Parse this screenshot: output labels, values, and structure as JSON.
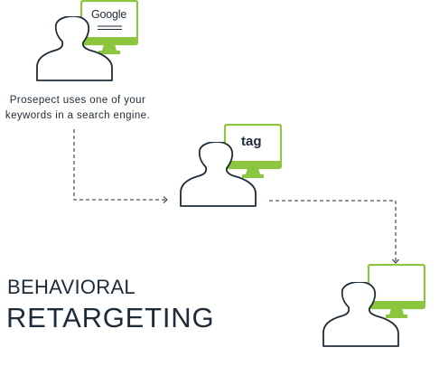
{
  "colors": {
    "accent": "#8cc63f",
    "ink": "#1e2b38",
    "background": "#ffffff"
  },
  "step1": {
    "monitor_label": "Google",
    "caption_line1": "Prosepect uses one of your",
    "caption_line2": "keywords in a search engine."
  },
  "step2": {
    "monitor_label": "tag"
  },
  "title": {
    "line1": "BEHAVIORAL",
    "line2": "RETARGETING"
  },
  "icons": [
    "person-icon",
    "monitor-icon",
    "arrow-icon"
  ]
}
